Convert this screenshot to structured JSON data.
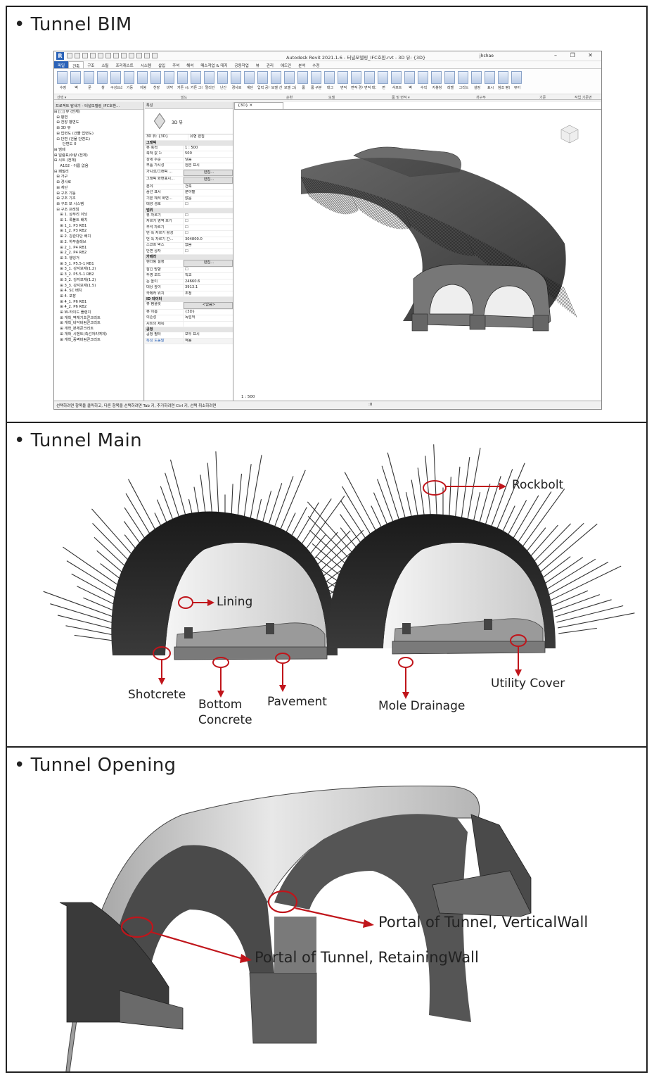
{
  "sections": {
    "bim": {
      "title": "Tunnel BIM"
    },
    "main": {
      "title": "Tunnel Main"
    },
    "opening": {
      "title": "Tunnel Opening"
    }
  },
  "bullet": "•",
  "revit": {
    "window_title": "Autodesk Revit 2021.1.6 - 터널모델링_IFC호환.rvt - 3D 뷰: {3D}",
    "user": "jhchae",
    "window_buttons": "–  ❐  ✕",
    "tabs": [
      "파일",
      "건축",
      "구조",
      "스틸",
      "프리캐스트",
      "시스템",
      "삽입",
      "주석",
      "해석",
      "매스작업 & 대지",
      "공동작업",
      "뷰",
      "관리",
      "애드인",
      "분석",
      "수정"
    ],
    "ribbon_labels": [
      "수정",
      "벽",
      "문",
      "창",
      "구성요소",
      "기둥",
      "지붕",
      "천장",
      "바닥",
      "커튼 시스템",
      "커튼 그리드",
      "멀리언",
      "난간",
      "경사로",
      "계단",
      "입력 공지",
      "모델 선",
      "모델 그룹",
      "룸",
      "룸 구분 기호",
      "태그",
      "면적",
      "면적 경계",
      "면적 태그",
      "면",
      "샤프트",
      "벽",
      "수직",
      "지붕창",
      "레벨",
      "그리드",
      "설정",
      "표시",
      "참조 평면",
      "뷰어"
    ],
    "ribbon_groups": [
      "선택 ▾",
      "빌드",
      "순환",
      "모델",
      "룸 및 면적 ▾",
      "개구부",
      "기준",
      "작업 기준면"
    ],
    "browser": {
      "header": "프로젝트 탐색기 - 터널모델링_IFC호환...",
      "rows": [
        "⊟ [○] 뷰 (전체)",
        "  ⊞ 평면",
        "  ⊞ 천장 평면도",
        "  ⊞ 3D 뷰",
        "  ⊞ 입면도 (건물 입면도)",
        "  ⊟ 단면 (건물 단면도)",
        "       단면도 0",
        "⊟ 범례",
        "⊞ 일람표/수량 (전체)",
        "⊟ 시트 (전체)",
        "     A102 - 이름 없음",
        "⊟ 패밀리",
        "  ⊞ 가구",
        "  ⊞ 경사로",
        "  ⊞ 계단",
        "  ⊞ 구조 기둥",
        "  ⊞ 구조 기초",
        "  ⊞ 구조 보 시스템",
        "  ⊟ 구조 프레임",
        "     ⊞ 1. 상부리 이닝",
        "     ⊞ 1. 록볼트 배치",
        "     ⊞ 1_1. P3 RB1",
        "     ⊞ 1_2. P3 RB2",
        "     ⊞ 2. 강관다단 배치",
        "     ⊞ 2. 하부슬래브",
        "     ⊞ 2_1. P4 RB1",
        "     ⊞ 2_2. P4 RB2",
        "     ⊞ 3. 행잉거",
        "     ⊞ 3_1. P5.5-1 RB1",
        "     ⊞ 3_1. 강지보재(1.2)",
        "     ⊞ 3_2. P5.5-1 RB2",
        "     ⊞ 3_2. 강지보재(1.2)",
        "     ⊞ 3_3. 강지보재(1.5)",
        "     ⊞ 4. SC 배치",
        "     ⊞ 4. 포장",
        "     ⊞ 4_1. P6 RB1",
        "     ⊞ 4_2. P6 RB2",
        "     ⊞ W-하이드 플렌지",
        "     ⊞ 개착_벽체기초콘크리트",
        "     ⊞ 개착_바닥버림콘크리트",
        "     ⊞ 개착_본체콘크리트",
        "     ⊞ 개착_시멘트(측선처리벽체)",
        "     ⊞ 개착_중벽버림콘크리트"
      ]
    },
    "properties": {
      "header": "특성",
      "type_name": "3D 뷰",
      "selector": "3D 뷰: {3D}",
      "edit_type": "유형 편집",
      "rows": [
        {
          "k": "그래픽",
          "v": "",
          "sec": true
        },
        {
          "k": "뷰 축척",
          "v": "1 : 500"
        },
        {
          "k": "축척 값   1:",
          "v": "500"
        },
        {
          "k": "상세 수준",
          "v": "낮음"
        },
        {
          "k": "부품 가시성",
          "v": "원본 표시"
        },
        {
          "k": "가시성/그래픽 ...",
          "v": "편집...",
          "btn": true
        },
        {
          "k": "그래픽 화면표시...",
          "v": "편집...",
          "btn": true
        },
        {
          "k": "분야",
          "v": "건축"
        },
        {
          "k": "숨선 표시",
          "v": "분야별"
        },
        {
          "k": "기본 해석 화면...",
          "v": "없음"
        },
        {
          "k": "태양 경로",
          "v": "☐"
        },
        {
          "k": "범위",
          "v": "",
          "sec": true
        },
        {
          "k": "뷰 자르기",
          "v": "☐"
        },
        {
          "k": "자르기 영역 보기",
          "v": "☐"
        },
        {
          "k": "주석 자르기",
          "v": "☐"
        },
        {
          "k": "먼 쪽 자르기 활성",
          "v": "☐"
        },
        {
          "k": "먼 쪽 자르기 간...",
          "v": "304800.0"
        },
        {
          "k": "스코프 박스",
          "v": "없음"
        },
        {
          "k": "단면 상자",
          "v": "☐"
        },
        {
          "k": "카메라",
          "v": "",
          "sec": true
        },
        {
          "k": "렌더링 설정",
          "v": "편집...",
          "btn": true
        },
        {
          "k": "잠긴 방향",
          "v": "☐"
        },
        {
          "k": "투영 모드",
          "v": "직교"
        },
        {
          "k": "눈 높이",
          "v": "24660.6"
        },
        {
          "k": "대상 높이",
          "v": "3913.1"
        },
        {
          "k": "카메라 위치",
          "v": "조정"
        },
        {
          "k": "ID 데이터",
          "v": "",
          "sec": true
        },
        {
          "k": "뷰 템플릿",
          "v": "<없음>",
          "btn": true
        },
        {
          "k": "뷰 이름",
          "v": "{3D}"
        },
        {
          "k": "의존성",
          "v": "독립적"
        },
        {
          "k": "시트의 제목",
          "v": ""
        },
        {
          "k": "공정",
          "v": "",
          "sec": true
        },
        {
          "k": "공정 필터",
          "v": "모두 표시"
        }
      ],
      "help": "특성 도움말",
      "apply": "적용"
    },
    "view_tab": "{3D}",
    "view_scale": "1 : 500",
    "status": "선택하려면 항목을 클릭하고, 다른 항목을 선택하려면 Tab 키, 추가하려면 Ctrl 키, 선택 취소하려면",
    "status_filter": ":0"
  },
  "main_labels": {
    "rockbolt": "Rockbolt",
    "lining": "Lining",
    "shotcrete": "Shotcrete",
    "bottom": "Bottom",
    "concrete": "Concrete",
    "pavement": "Pavement",
    "mole": "Mole Drainage",
    "utility": "Utility Cover"
  },
  "opening_labels": {
    "vertical": "Portal of Tunnel, VerticalWall",
    "retaining": "Portal of Tunnel, RetainingWall"
  },
  "colors": {
    "accent_red": "#c0151b",
    "revit_blue": "#2b63b8"
  }
}
